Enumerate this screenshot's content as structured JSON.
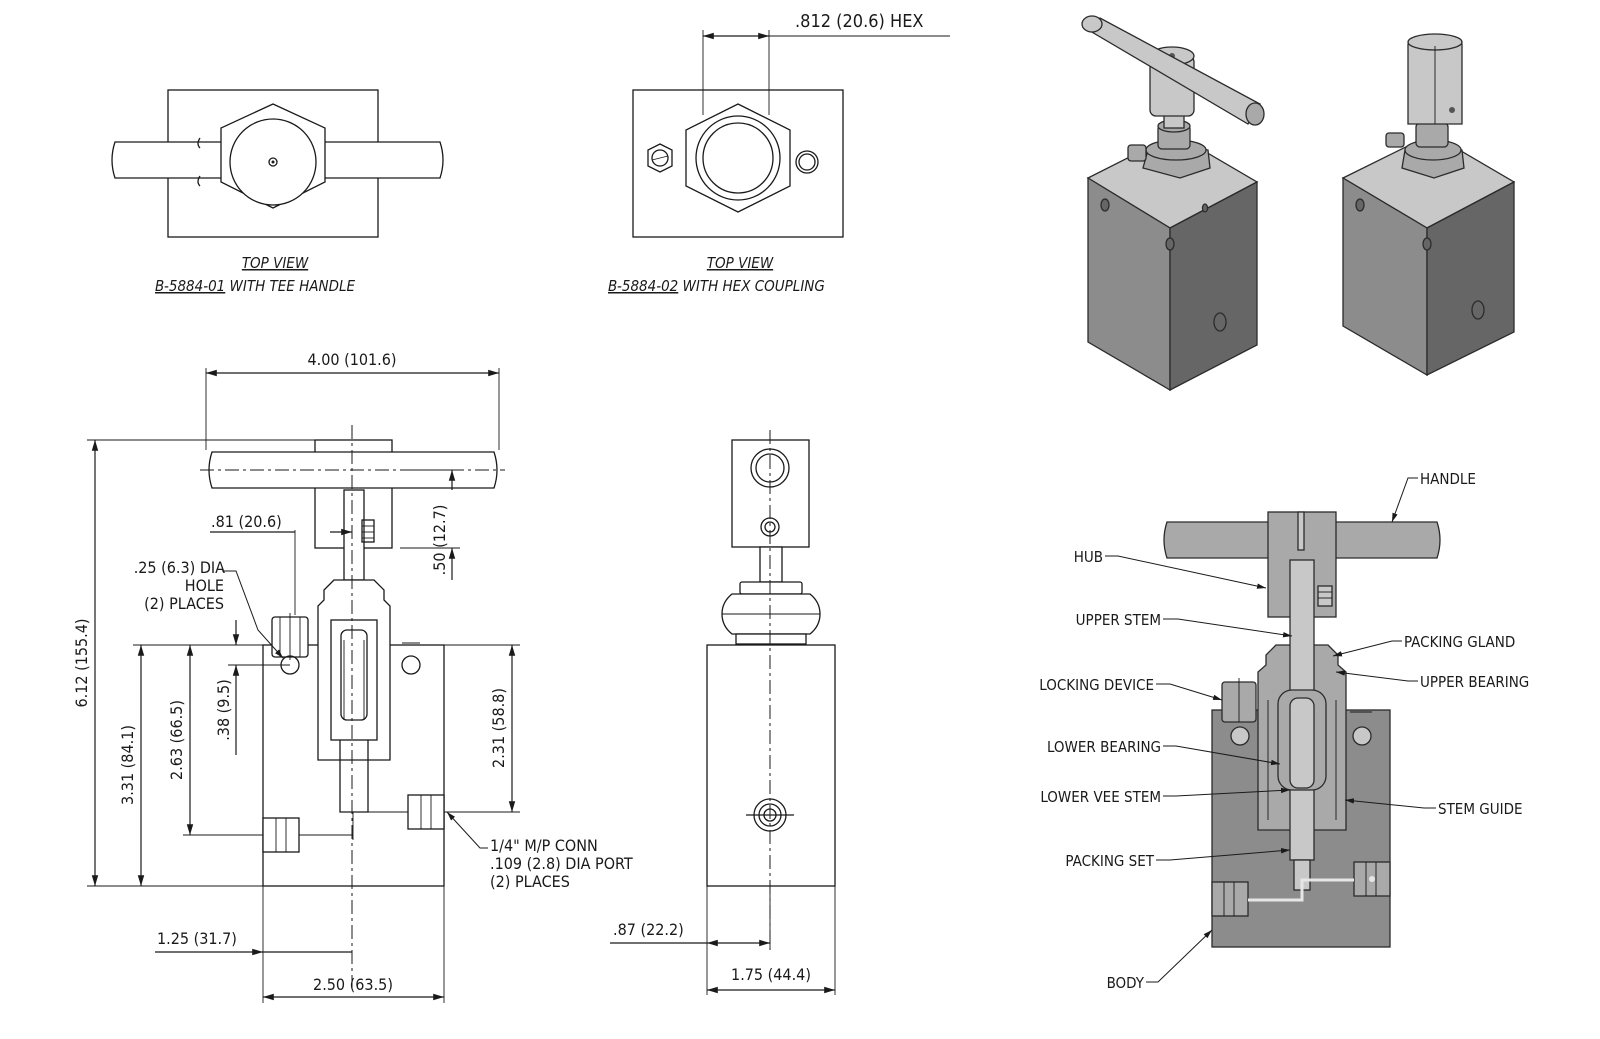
{
  "top_views": {
    "tee": {
      "title": "TOP VIEW",
      "part": "B-5884-01",
      "suffix": " WITH TEE HANDLE"
    },
    "hex": {
      "title": "TOP VIEW",
      "part": "B-5884-02",
      "suffix": " WITH HEX COUPLING",
      "hex_dim": ".812 (20.6) HEX"
    }
  },
  "front_view": {
    "width_top": "4.00 (101.6)",
    "offset_81": ".81 (20.6)",
    "hole_line1": ".25 (6.3) DIA",
    "hole_line2": "HOLE",
    "hole_line3": "(2) PLACES",
    "handle_50": ".50 (12.7)",
    "total_height": "6.12 (155.4)",
    "body_height": "3.31 (84.1)",
    "port_height": "2.63 (66.5)",
    "hole_38": ".38 (9.5)",
    "right_231": "2.31 (58.8)",
    "conn_line1": "1/4\" M/P CONN",
    "conn_line2": ".109 (2.8) DIA PORT",
    "conn_line3": "(2) PLACES",
    "bottom_125": "1.25 (31.7)",
    "bottom_250": "2.50 (63.5)"
  },
  "side_view": {
    "dim_87": ".87 (22.2)",
    "dim_175": "1.75 (44.4)"
  },
  "section_labels": {
    "handle": "HANDLE",
    "hub": "HUB",
    "upper_stem": "UPPER STEM",
    "packing_gland": "PACKING GLAND",
    "upper_bearing": "UPPER BEARING",
    "locking_device": "LOCKING DEVICE",
    "lower_bearing": "LOWER BEARING",
    "lower_vee_stem": "LOWER VEE STEM",
    "stem_guide": "STEM GUIDE",
    "packing_set": "PACKING SET",
    "body": "BODY"
  }
}
